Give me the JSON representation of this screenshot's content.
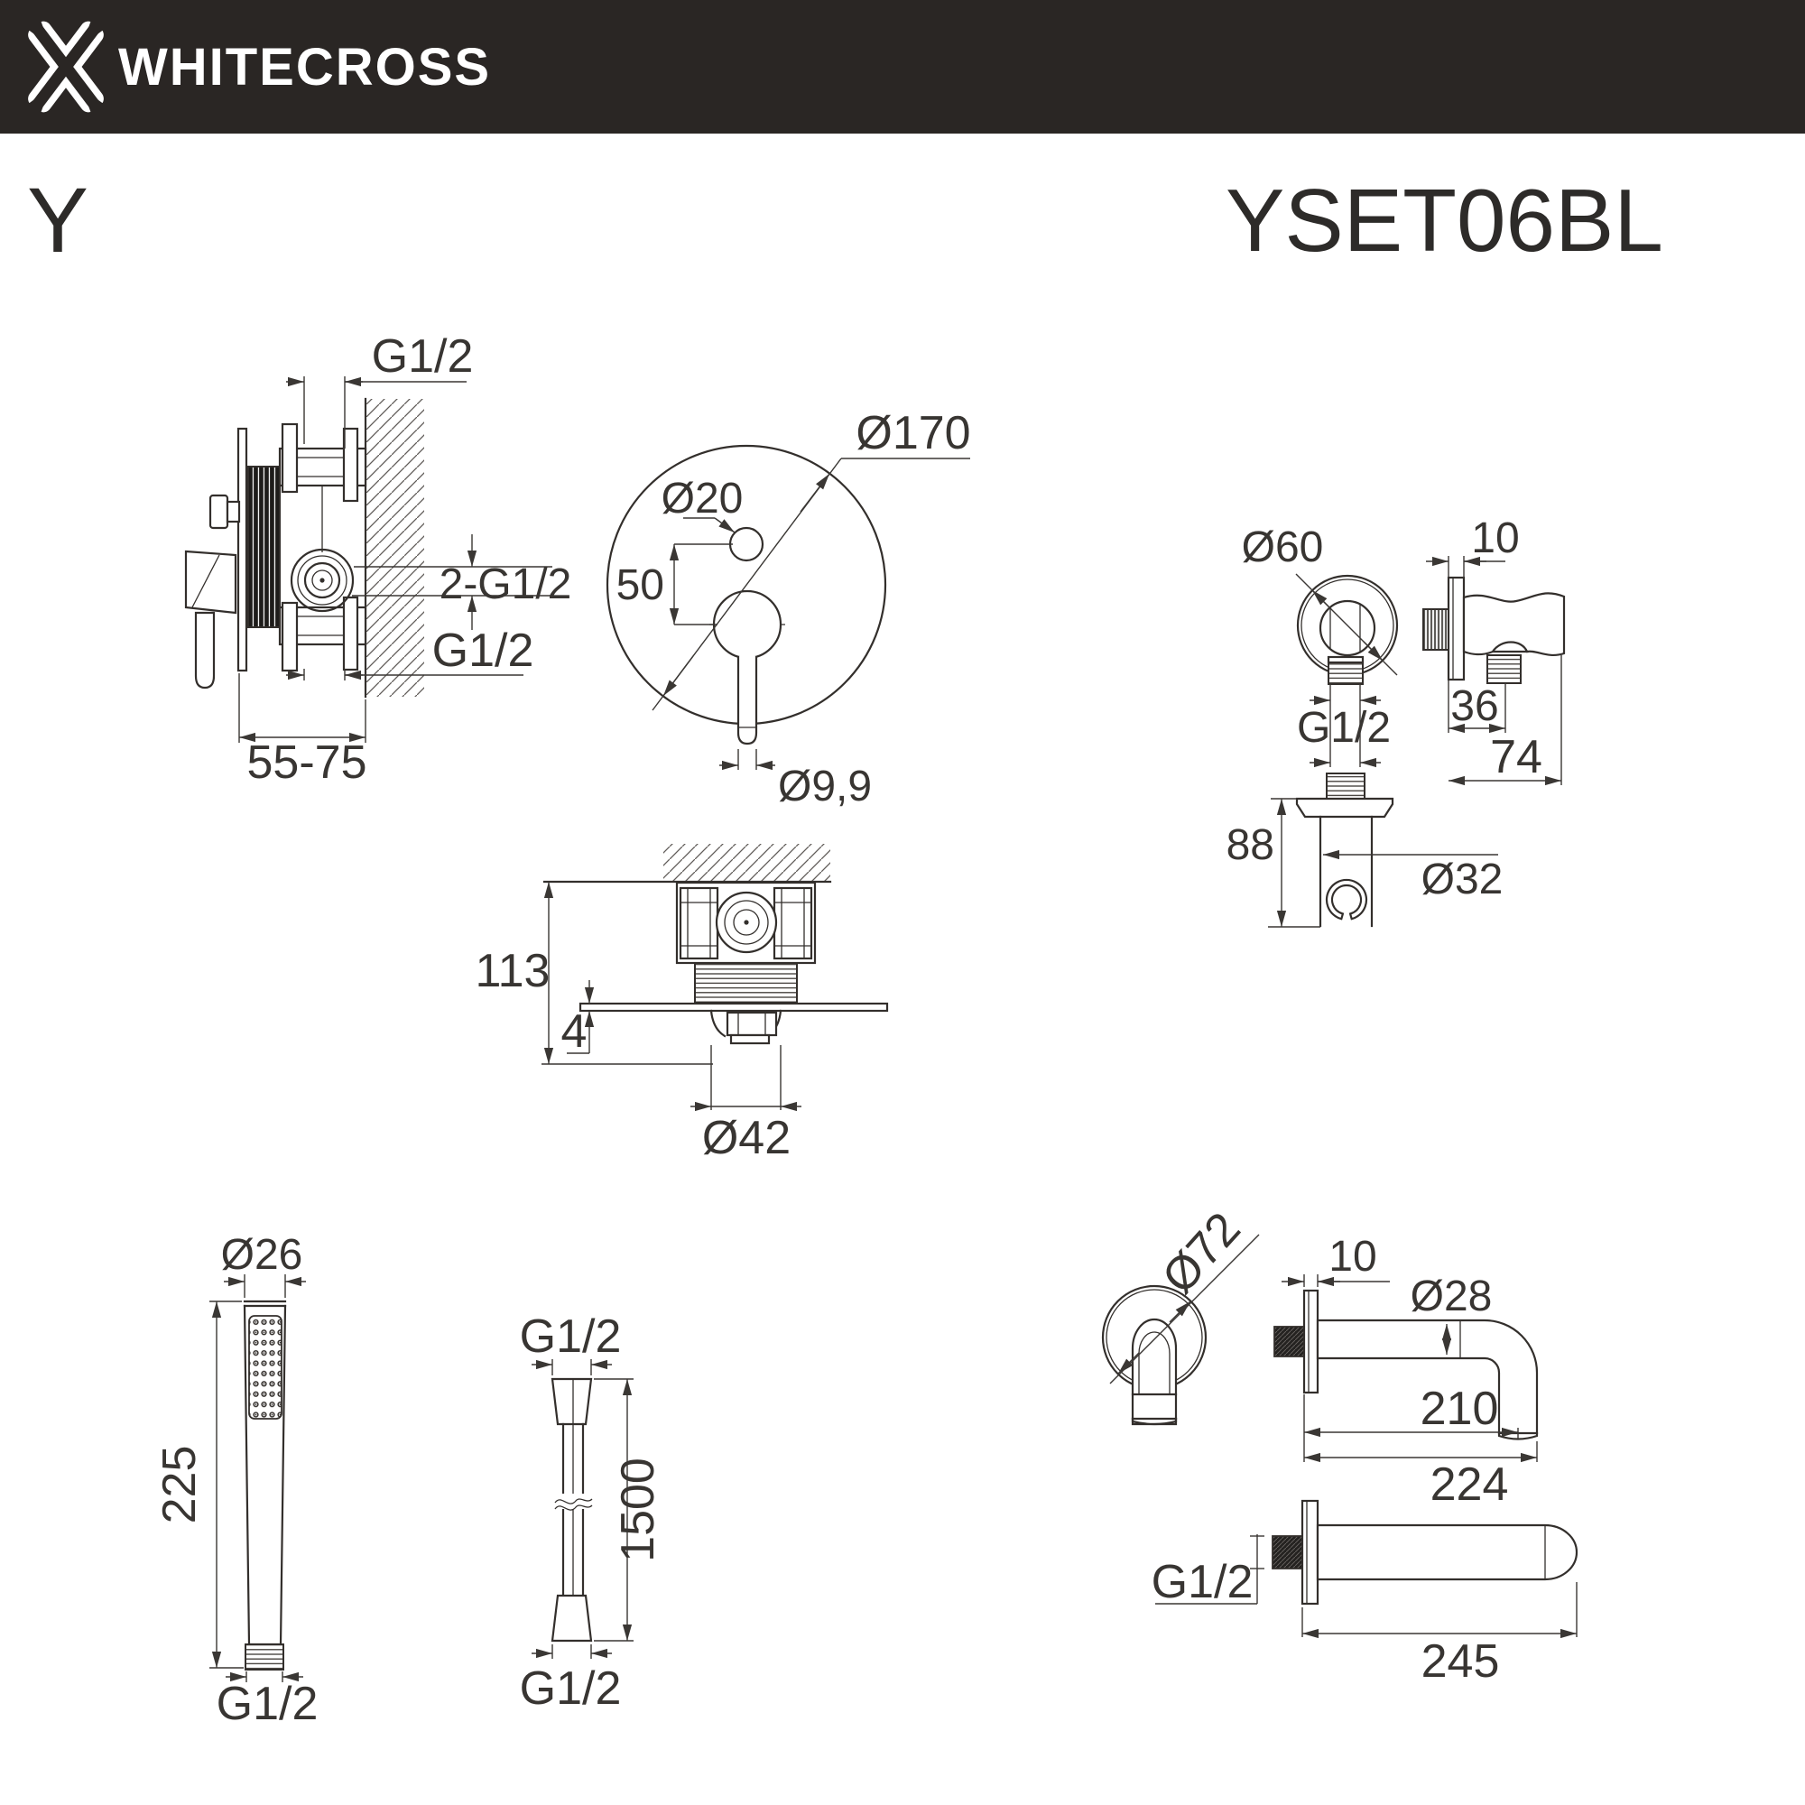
{
  "header": {
    "brand": "WHITECROSS"
  },
  "titles": {
    "series": "Y",
    "model": "YSET06BL"
  },
  "drawings": {
    "mixer_side": {
      "thread_top": "G1/2",
      "thread_mid": "2-G1/2",
      "thread_bottom": "G1/2",
      "depth_range": "55-75"
    },
    "trim_front": {
      "plate_diameter": "Ø170",
      "button_diameter": "Ø20",
      "center_distance": "50",
      "lever_diameter": "Ø9,9"
    },
    "valve_section": {
      "depth": "113",
      "plate_thickness": "4",
      "escutcheon_diameter": "Ø42"
    },
    "wall_outlet": {
      "escutcheon_diameter": "Ø60",
      "thread": "G1/2",
      "plate_thickness": "10",
      "outlet_offset": "36",
      "holder_depth": "74",
      "body_height": "88",
      "holder_diameter": "Ø32"
    },
    "hand_shower": {
      "head_diameter": "Ø26",
      "length": "225",
      "thread": "G1/2"
    },
    "shower_hose": {
      "thread_top": "G1/2",
      "length": "1500",
      "thread_bottom": "G1/2"
    },
    "bath_spout": {
      "escutcheon_diameter": "Ø72",
      "plate_thickness": "10",
      "tube_diameter": "Ø28",
      "length_to_bend": "210",
      "length_total": "224",
      "thread": "G1/2",
      "length_straight": "245"
    }
  }
}
